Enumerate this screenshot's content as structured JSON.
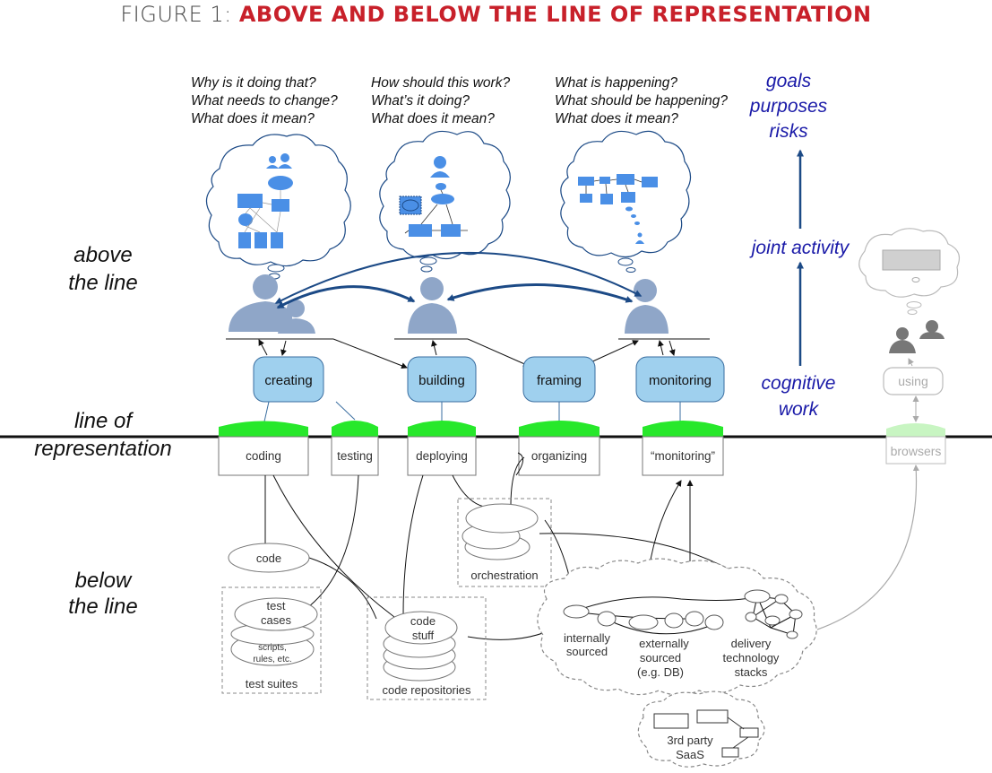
{
  "title": {
    "prefix": "FIGURE 1: ",
    "main": "ABOVE AND BELOW THE LINE OF REPRESENTATION"
  },
  "questions": [
    [
      "Why is it doing that?",
      "What needs to change?",
      "What does it mean?"
    ],
    [
      "How should this work?",
      "What’s it doing?",
      "What does it mean?"
    ],
    [
      "What is happening?",
      "What should be happening?",
      "What does it mean?"
    ]
  ],
  "levels": {
    "above_line": [
      "above",
      "the line"
    ],
    "line_of_representation": [
      "line of",
      "representation"
    ],
    "below_line": [
      "below",
      "the line"
    ]
  },
  "right_axis": {
    "goals": [
      "goals",
      "purposes",
      "risks"
    ],
    "joint_activity": "joint activity",
    "cognitive_work": [
      "cognitive",
      "work"
    ]
  },
  "activities": [
    "creating",
    "building",
    "framing",
    "monitoring",
    "using"
  ],
  "representations": [
    "coding",
    "testing",
    "deploying",
    "organizing",
    "“monitoring”",
    "browsers"
  ],
  "below": {
    "code": "code",
    "test_cases": [
      "test",
      "cases"
    ],
    "scripts": [
      "scripts,",
      "rules, etc."
    ],
    "test_suites": "test suites",
    "code_stuff": [
      "code",
      "stuff"
    ],
    "code_repositories": "code repositories",
    "orchestration": "orchestration",
    "internally_sourced": [
      "internally",
      "sourced"
    ],
    "externally_sourced": [
      "externally",
      "sourced",
      "(e.g. DB)"
    ],
    "delivery_stacks": [
      "delivery",
      "technology",
      "stacks"
    ],
    "saas": [
      "3rd party",
      "SaaS"
    ]
  },
  "colors": {
    "title_red": "#c8202a",
    "activity_fill": "#9fd0ee",
    "green_cap": "#27e82b",
    "arrow_blue": "#1c4a86",
    "text_blue": "#1a1aa8",
    "person": "#8fa6c8",
    "bubble_icon": "#4a8fe6"
  }
}
